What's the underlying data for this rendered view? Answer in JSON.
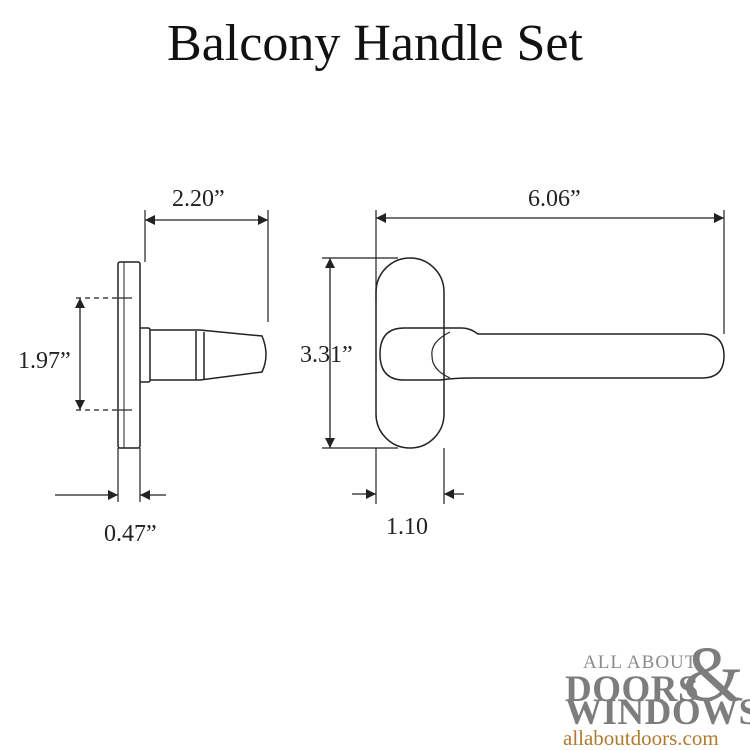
{
  "title": "Balcony Handle Set",
  "side_view": {
    "width_label": "2.20”",
    "height_label": "1.97”",
    "depth_label": "0.47”"
  },
  "front_view": {
    "length_label": "6.06”",
    "height_label": "3.31”",
    "width_label": "1.10"
  },
  "logo": {
    "top_line": "ALL ABOUT",
    "doors": "DOORS",
    "ampersand": "&",
    "windows": "WINDOWS",
    "url": "allaboutdoors.com"
  },
  "colors": {
    "line": "#222222",
    "logo_gray": "#7d7d7d",
    "logo_url": "#b07a30"
  }
}
